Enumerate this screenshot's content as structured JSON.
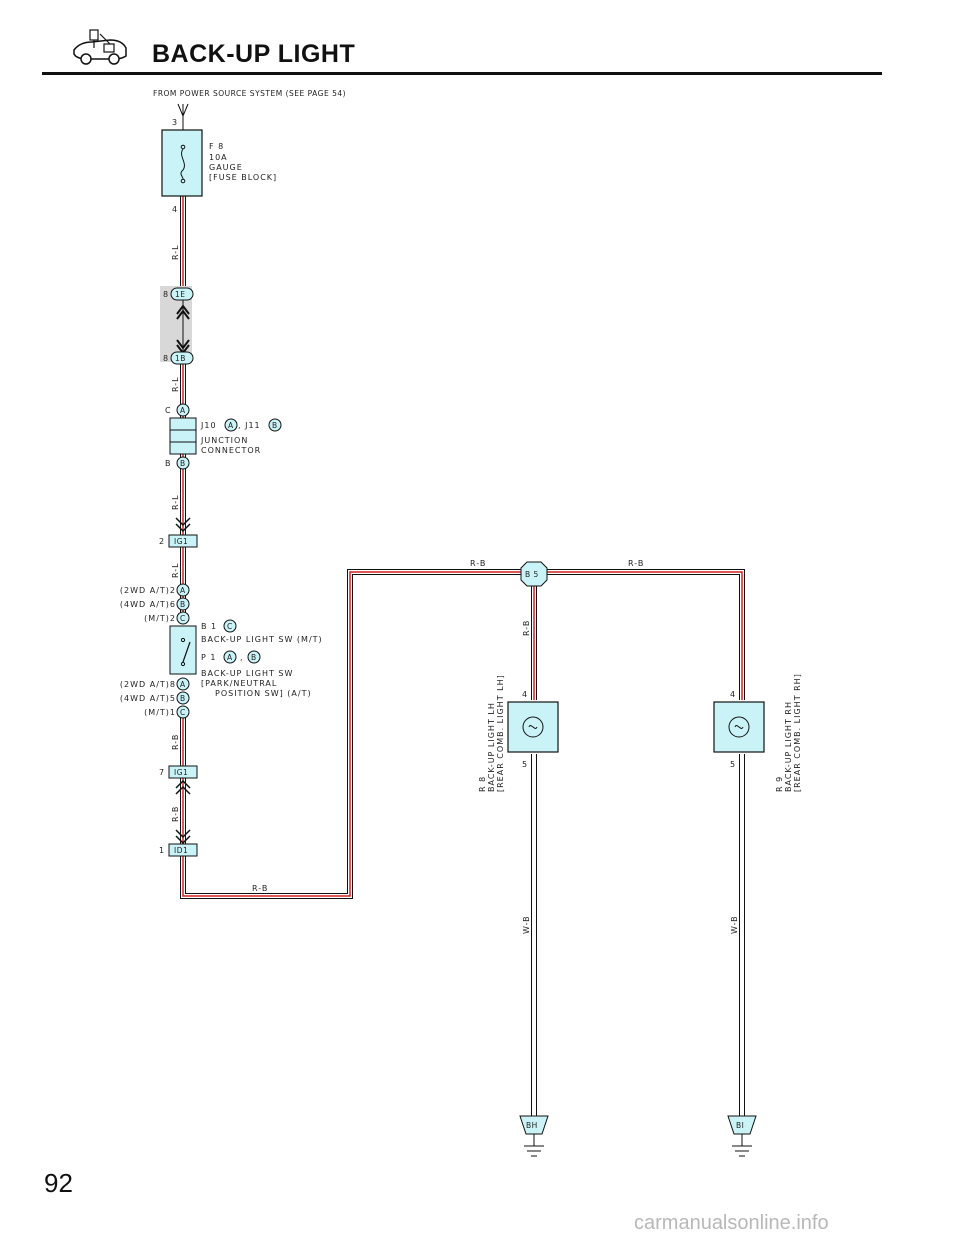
{
  "page": {
    "title": "BACK-UP LIGHT",
    "number": "92",
    "watermark": "carmanualsonline.info",
    "logo_icon": "car-wiring-logo-icon"
  },
  "diagram": {
    "source_label": "FROM POWER SOURCE SYSTEM (SEE PAGE 54)",
    "colors": {
      "wire_red": "#d42020",
      "component_fill": "#c9f3f7",
      "connector_shade": "#d8d8d8"
    },
    "fuse": {
      "pin_top": "3",
      "pin_bottom": "4",
      "code": "F 8",
      "rating": "10A",
      "name": "GAUGE",
      "location": "[FUSE BLOCK]"
    },
    "wires": {
      "r_l": "R-L",
      "r_b": "R-B",
      "w_b": "W-B"
    },
    "connector_1e": {
      "pin": "8",
      "label": "1E"
    },
    "connector_1b": {
      "pin": "8",
      "label": "1B"
    },
    "junction": {
      "pin_top": "C",
      "tag_top": "A",
      "pin_bottom": "B",
      "tag_bottom": "B",
      "code_a": "J10",
      "code_b": ", J11",
      "name_1": "JUNCTION",
      "name_2": "CONNECTOR"
    },
    "ig1_upper": {
      "pin": "2",
      "label": "IG1"
    },
    "switch": {
      "pin_rows_top": [
        "(2WD A/T)2",
        "(4WD A/T)6",
        "(M/T)2"
      ],
      "pin_rows_bottom": [
        "(2WD A/T)8",
        "(4WD A/T)5",
        "(M/T)1"
      ],
      "tags": [
        "A",
        "B",
        "C"
      ],
      "b1_code": "B 1",
      "b1_name": "BACK-UP LIGHT SW (M/T)",
      "p1_code": "P 1",
      "p1_sep": ",",
      "p1_name_1": "BACK-UP LIGHT SW",
      "p1_name_2": "[PARK/NEUTRAL",
      "p1_name_3": "POSITION SW] (A/T)"
    },
    "ig1_lower": {
      "pin": "7",
      "label": "IG1"
    },
    "id1": {
      "pin": "1",
      "label": "ID1"
    },
    "junction_b5": {
      "label": "B 5"
    },
    "lamp_lh": {
      "pin_top": "4",
      "pin_bottom": "5",
      "code": "R 8",
      "name": "BACK-UP LIGHT LH",
      "location": "[REAR COMB. LIGHT LH]"
    },
    "lamp_rh": {
      "pin_top": "4",
      "pin_bottom": "5",
      "code": "R 9",
      "name": "BACK-UP LIGHT RH",
      "location": "[REAR COMB. LIGHT RH]"
    },
    "ground_lh": {
      "label": "BH"
    },
    "ground_rh": {
      "label": "BI"
    }
  }
}
